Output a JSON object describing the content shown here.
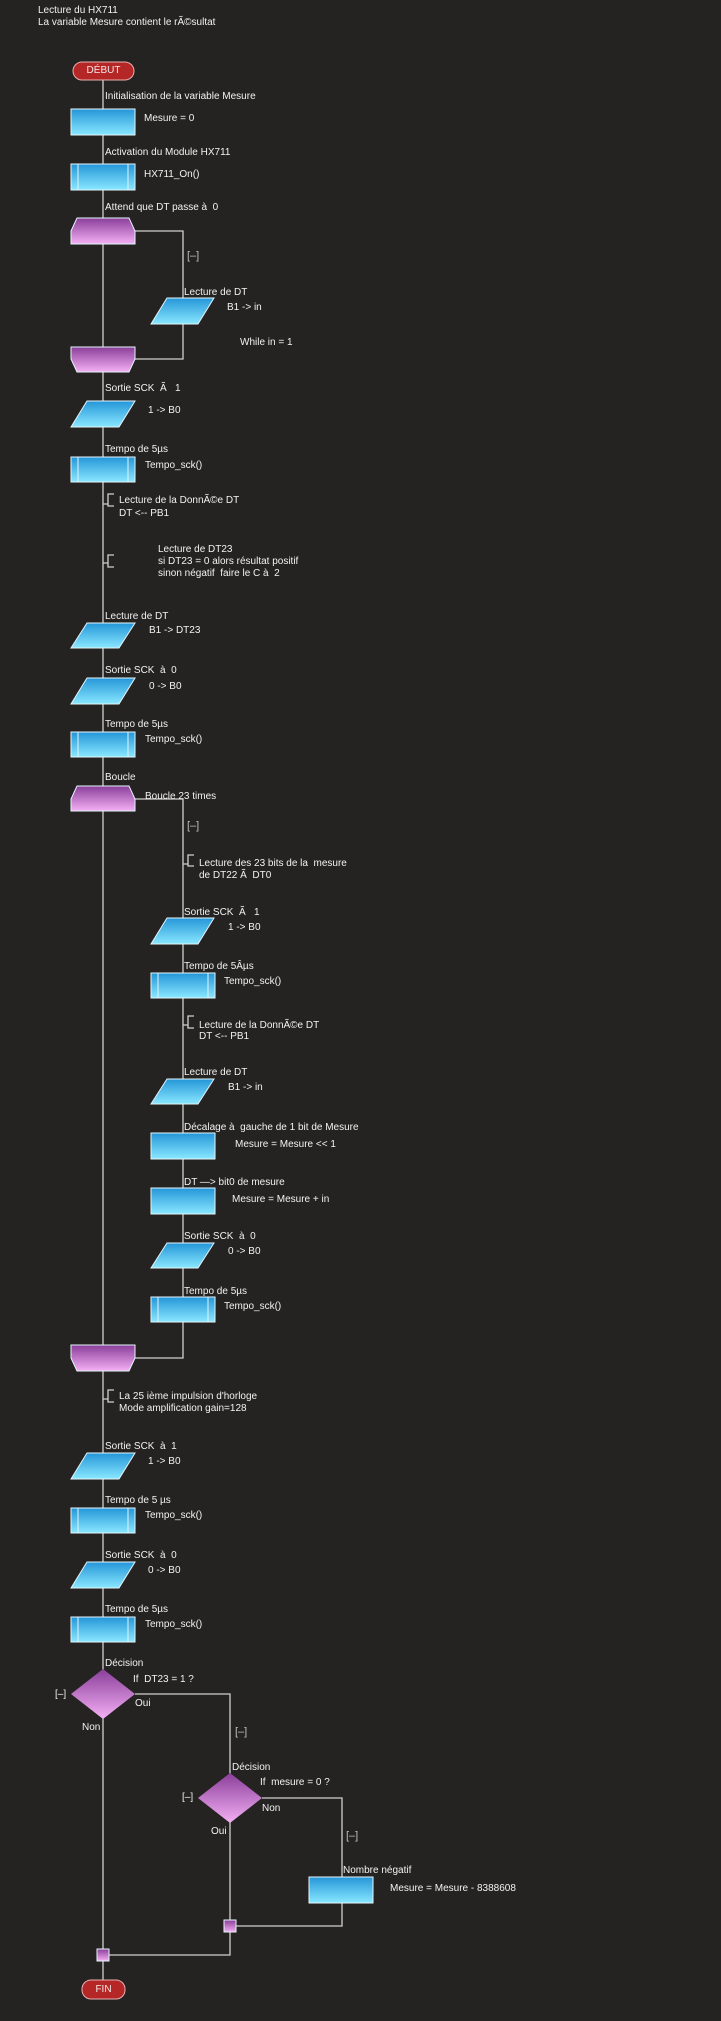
{
  "title": [
    "Lecture du HX711",
    "La variable Mesure contient le rÃ©sultat"
  ],
  "start": "DÉBUT",
  "end": "FIN",
  "collapse": "[–]",
  "steps": [
    {
      "label": "Initialisation de la variable Mesure",
      "code": "Mesure = 0",
      "type": "process"
    },
    {
      "label": "Activation du Module HX711",
      "code": "HX711_On()",
      "type": "subroutine"
    },
    {
      "label": "Lecture de DT",
      "code": "B1 -> in",
      "type": "input"
    },
    {
      "label": "Sortie SCK  Ã   1",
      "code": "1 -> B0",
      "type": "output"
    },
    {
      "label": "Tempo de 5µs",
      "code": "Tempo_sck()",
      "type": "subroutine"
    },
    {
      "label": "Lecture de DT",
      "code": "B1 -> DT23",
      "type": "input"
    },
    {
      "label": "Sortie SCK  à  0",
      "code": "0 -> B0",
      "type": "output"
    },
    {
      "label": "Tempo de 5µs",
      "code": "Tempo_sck()",
      "type": "subroutine"
    },
    {
      "label": "Sortie SCK  Ã   1",
      "code": "1 -> B0",
      "type": "output"
    },
    {
      "label": "Tempo de 5Âµs",
      "code": "Tempo_sck()",
      "type": "subroutine"
    },
    {
      "label": "Lecture de DT",
      "code": "B1 -> in",
      "type": "input"
    },
    {
      "label": "Décalage à  gauche de 1 bit de Mesure",
      "code": "Mesure = Mesure << 1",
      "type": "process"
    },
    {
      "label": "DT —> bit0 de mesure",
      "code": "Mesure = Mesure + in",
      "type": "process"
    },
    {
      "label": "Sortie SCK  à  0",
      "code": "0 -> B0",
      "type": "output"
    },
    {
      "label": "Tempo de 5µs",
      "code": "Tempo_sck()",
      "type": "subroutine"
    },
    {
      "label": "Sortie SCK  à  1",
      "code": "1 -> B0",
      "type": "output"
    },
    {
      "label": "Tempo de 5 µs",
      "code": "Tempo_sck()",
      "type": "subroutine"
    },
    {
      "label": "Sortie SCK  à  0",
      "code": "0 -> B0",
      "type": "output"
    },
    {
      "label": "Tempo de 5µs",
      "code": "Tempo_sck()",
      "type": "subroutine"
    },
    {
      "label": "Nombre négatif",
      "code": "Mesure = Mesure - 8388608",
      "type": "process"
    }
  ],
  "loops": [
    {
      "label": "Attend que DT passe à  0",
      "condition": "While in = 1"
    },
    {
      "label": "Boucle",
      "condition": "Boucle 23 times"
    }
  ],
  "comments": [
    [
      "Lecture de la DonnÃ©e DT",
      "DT <-- PB1"
    ],
    [
      "Lecture de DT23",
      "si DT23 = 0 alors résultat positif",
      "sinon négatif  faire le C à  2"
    ],
    [
      "Lecture des 23 bits de la  mesure",
      "de DT22 Ã  DT0"
    ],
    [
      "Lecture de la DonnÃ©e DT",
      "DT <-- PB1"
    ],
    [
      "La 25 ième impulsion d'horloge",
      "Mode amplification gain=128"
    ]
  ],
  "decisions": [
    {
      "label": "Décision",
      "condition": "If  DT23 = 1 ?",
      "yes": "Oui",
      "no": "Non"
    },
    {
      "label": "Décision",
      "condition": "If  mesure = 0 ?",
      "yes": "Oui",
      "no": "Non"
    }
  ],
  "colors": {
    "background": "#252322",
    "block_blue": "#3ab4ea",
    "block_purple": "#c070c8",
    "terminal": "#b82828",
    "connector": "#d0d0d0"
  }
}
